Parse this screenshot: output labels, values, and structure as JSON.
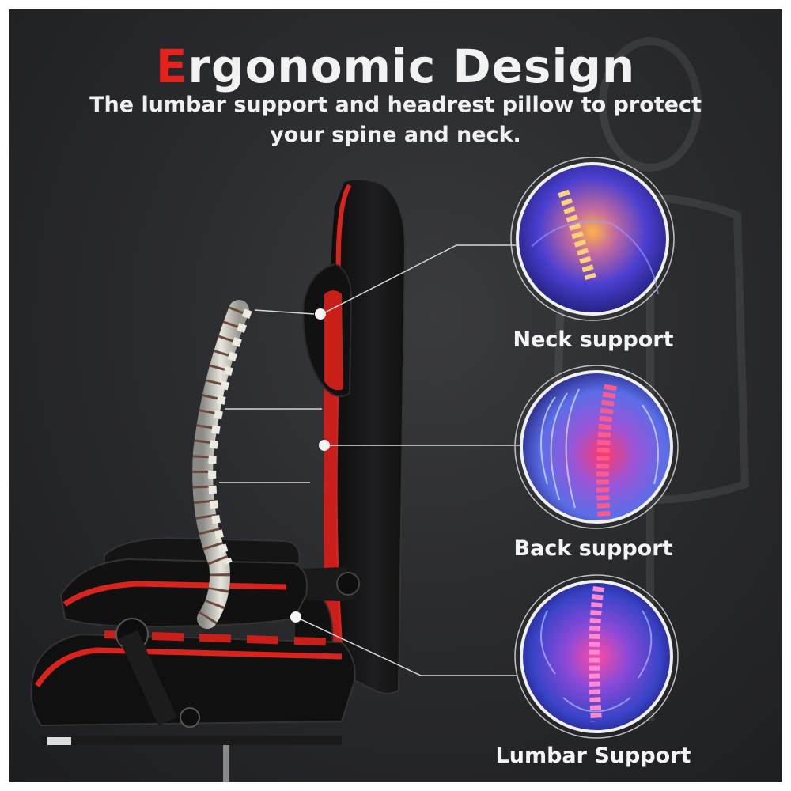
{
  "header": {
    "title_first": "E",
    "title_rest": "rgonomic Design",
    "subtitle_line1": "The lumbar support and headrest pillow to protect",
    "subtitle_line2": "your spine and neck."
  },
  "callouts": [
    {
      "label": "Neck support",
      "icon": "neck-xray-icon"
    },
    {
      "label": "Back support",
      "icon": "back-xray-icon"
    },
    {
      "label": "Lumbar Support",
      "icon": "lumbar-xray-icon"
    }
  ],
  "colors": {
    "accent": "#e3231d",
    "background": "#2a2b2e",
    "text": "#f2f2f2"
  }
}
